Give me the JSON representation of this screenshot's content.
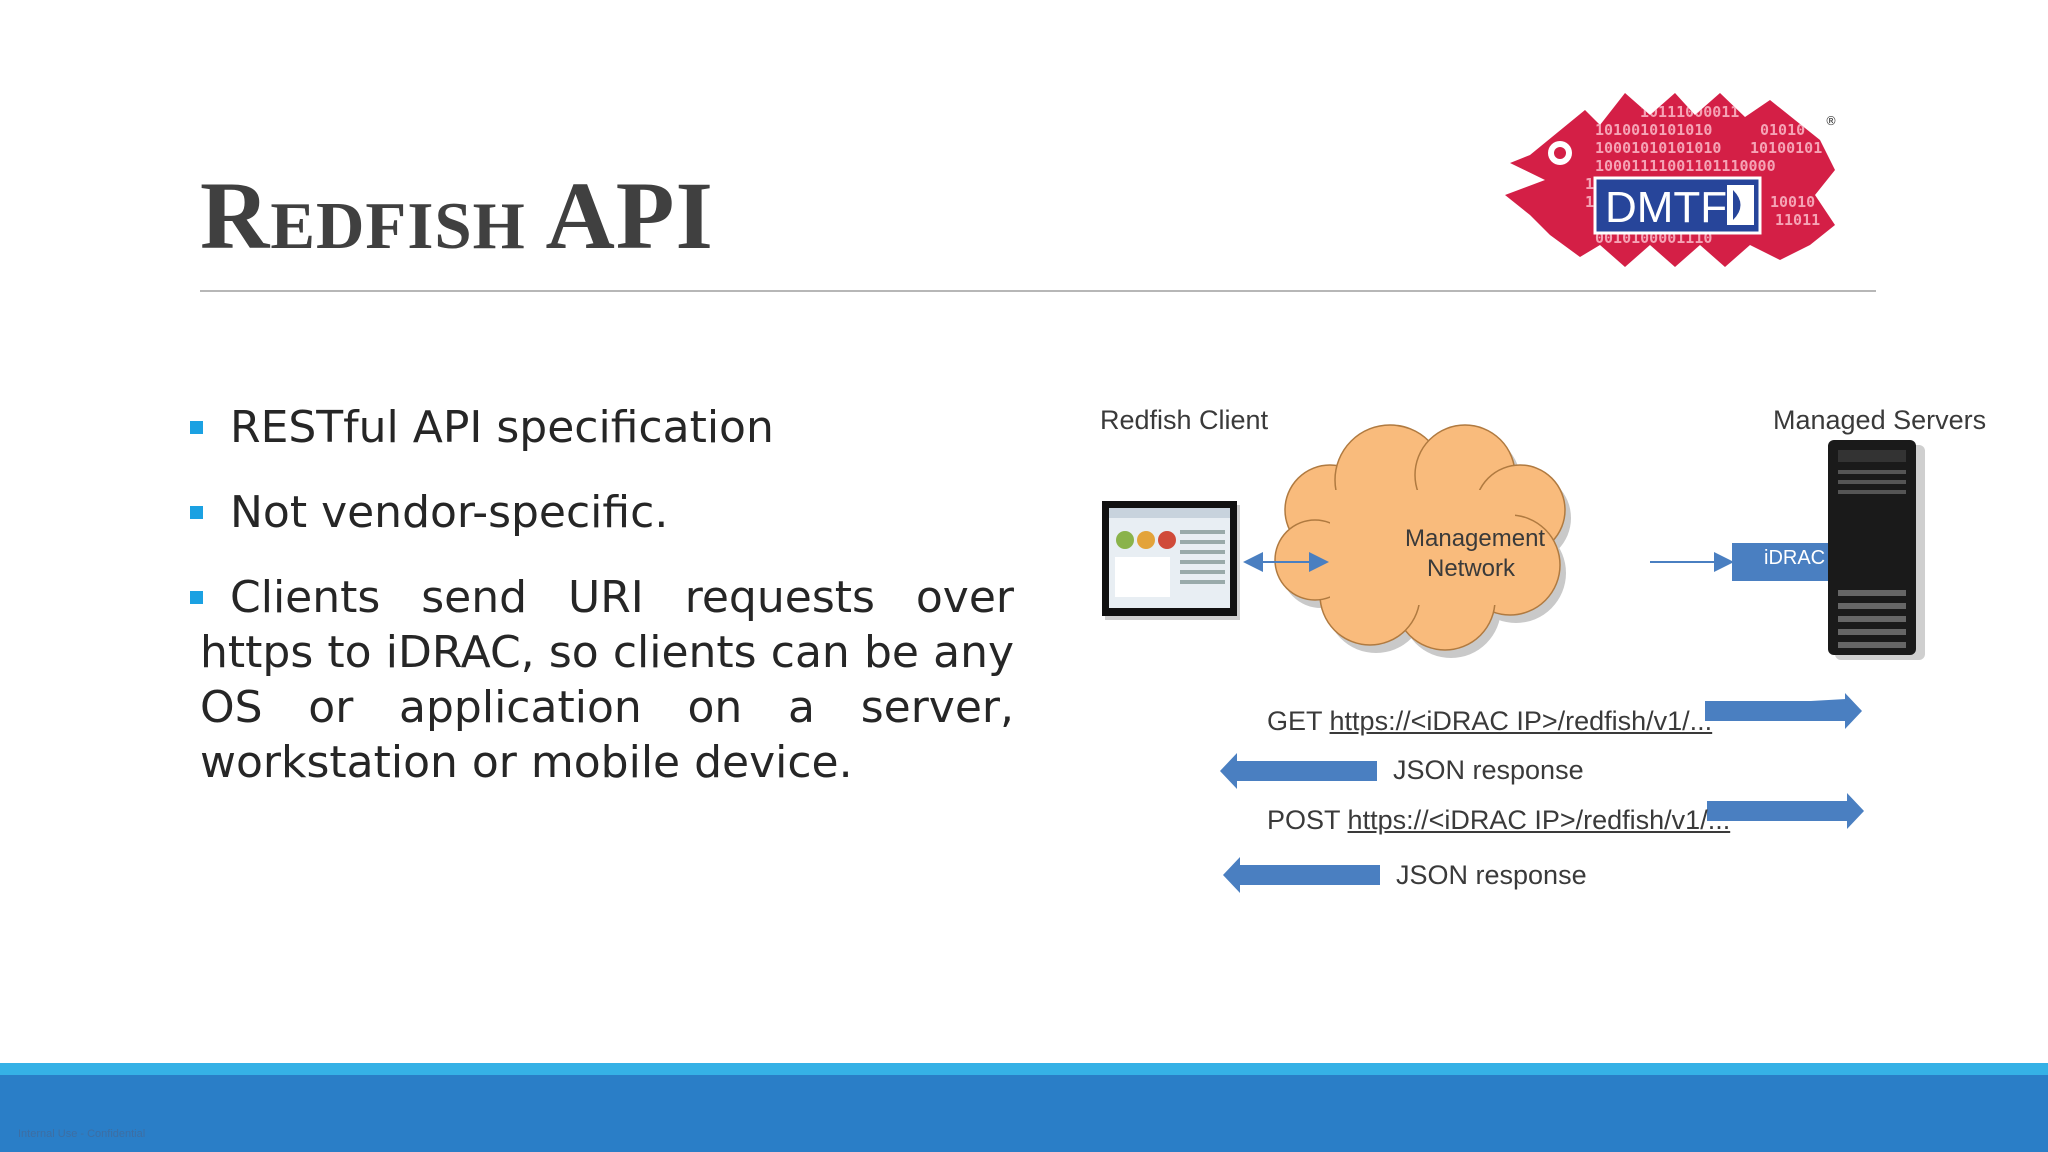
{
  "slide": {
    "title": "Redfish API",
    "footer_note": "Internal Use - Confidential"
  },
  "logo": {
    "text": "DMTF",
    "registered_mark": "®",
    "binary_rows": [
      "10111000011",
      "1010010101010",
      "01010",
      "10001010101010",
      "10100101",
      "10001111001101110000",
      "10000",
      "1010",
      "10010",
      "11011",
      "0010100001110"
    ]
  },
  "bullets": [
    "RESTful API specification",
    "Not vendor-specific.",
    "Clients send URI requests over https to iDRAC, so clients can be any OS or application on a server, workstation or mobile device."
  ],
  "diagram": {
    "client_label": "Redfish Client",
    "servers_label": "Managed Servers",
    "network_line1": "Management",
    "network_line2": "Network",
    "idrac_label": "iDRAC",
    "get_verb": "GET",
    "get_url": "https://<iDRAC IP>/redfish/v1/...",
    "response1": "JSON response",
    "post_verb": "POST",
    "post_url": "https://<iDRAC IP>/redfish/v1/...",
    "response2": "JSON response"
  },
  "colors": {
    "accent": "#1ba1e2",
    "footer": "#2a7ec7",
    "footer_light": "#35b1e6",
    "arrow": "#4a7fc1",
    "cloud": "#f9bb7c",
    "idrac_box": "#4a7fc1",
    "logo_red": "#d41f46",
    "logo_blue": "#27459a"
  }
}
